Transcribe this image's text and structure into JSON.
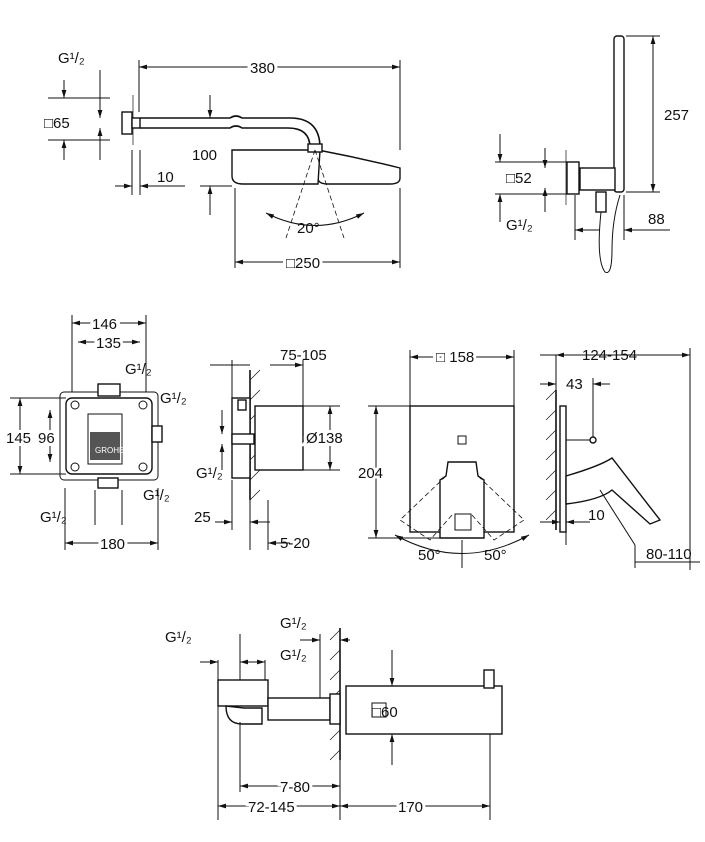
{
  "overhead_shower": {
    "thread": "G¹/₂",
    "flange": "□65",
    "arm_length": "380",
    "drop": "100",
    "offset": "10",
    "angle": "20°",
    "head_size": "□250"
  },
  "hand_shower": {
    "height": "257",
    "flange": "□52",
    "thread": "G¹/₂",
    "depth": "88"
  },
  "box_front": {
    "width_outer": "146",
    "width_inner": "135",
    "thread_top": "G¹/₂",
    "thread_right": "G¹/₂",
    "height_outer": "145",
    "height_inner": "96",
    "thread_bottom_right": "G¹/₂",
    "thread_bottom_left": "G¹/₂",
    "width_total": "180",
    "logo": "GROHE"
  },
  "box_side": {
    "depth_range": "75-105",
    "diameter": "Ø138",
    "thread": "G¹/₂",
    "offset": "25",
    "range": "5-20"
  },
  "mixer_front": {
    "plate": "□ 158",
    "height": "204",
    "angle_left": "50°",
    "angle_right": "50°"
  },
  "mixer_side": {
    "depth_range": "124-154",
    "offset": "43",
    "plate_depth": "10",
    "range": "80-110"
  },
  "spout": {
    "thread_1": "G¹/₂",
    "thread_2": "G¹/₂",
    "thread_3": "G¹/₂",
    "size": "□60",
    "range_1": "7-80",
    "range_2": "72-145",
    "length": "170"
  }
}
